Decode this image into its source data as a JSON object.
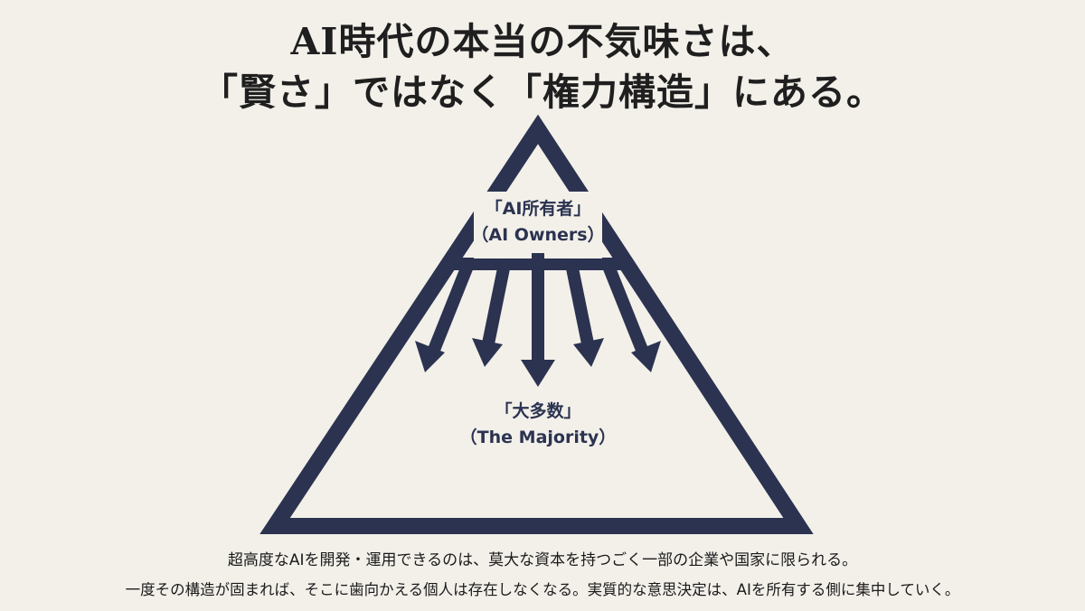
{
  "title": {
    "line1": "AI時代の本当の不気味さは、",
    "line2": "「賢さ」ではなく「権力構造」にある。"
  },
  "diagram": {
    "top_label_ja": "「AI所有者」",
    "top_label_en": "（AI Owners）",
    "bottom_label_ja": "「大多数」",
    "bottom_label_en": "（The Majority）",
    "colors": {
      "stroke": "#2b3350",
      "background": "#f3f0ea"
    }
  },
  "caption": {
    "line1": "超高度なAIを開発・運用できるのは、莫大な資本を持つごく一部の企業や国家に限られる。",
    "line2": "一度その構造が固まれば、そこに歯向かえる個人は存在しなくなる。実質的な意思決定は、AIを所有する側に集中していく。"
  }
}
